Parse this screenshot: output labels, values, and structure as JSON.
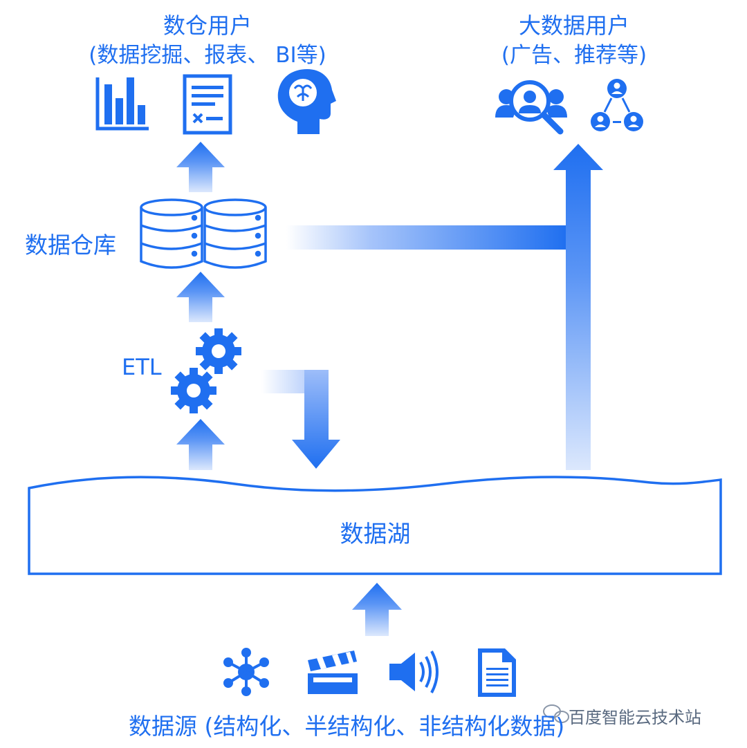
{
  "colors": {
    "primary": "#1f6ff0",
    "fade": "#dce8fd",
    "watermark": "#5a6a80"
  },
  "dw_users": {
    "title": "数仓用户",
    "subtitle": "(数据挖掘、报表、 BI等)",
    "icons": [
      "bar-chart-icon",
      "report-document-icon",
      "brain-head-icon"
    ]
  },
  "bd_users": {
    "title": "大数据用户",
    "subtitle": "(广告、推荐等)",
    "icons": [
      "user-search-icon",
      "user-network-icon"
    ]
  },
  "warehouse": {
    "label": "数据仓库",
    "icon": "database-icon"
  },
  "etl": {
    "label": "ETL",
    "icon": "gears-icon"
  },
  "lake": {
    "label": "数据湖"
  },
  "sources": {
    "label": "数据源 (结构化、半结构化、非结构化数据)",
    "icons": [
      "hub-network-icon",
      "video-clapper-icon",
      "speaker-icon",
      "document-icon"
    ]
  },
  "watermark": {
    "text": "百度智能云技术站",
    "icon": "wechat-icon"
  }
}
